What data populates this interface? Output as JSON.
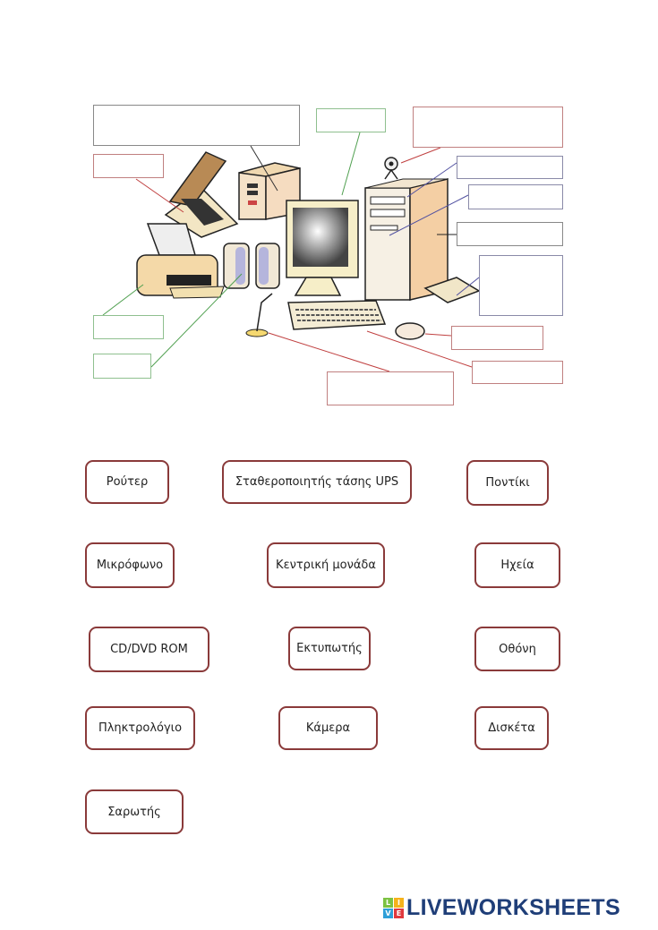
{
  "illustration": {
    "answer_boxes": [
      {
        "id": "ups",
        "color": "gray"
      },
      {
        "id": "scanner",
        "color": "red"
      },
      {
        "id": "monitor",
        "color": "green"
      },
      {
        "id": "camera",
        "color": "red"
      },
      {
        "id": "cd-rom",
        "color": "blue"
      },
      {
        "id": "floppy",
        "color": "blue"
      },
      {
        "id": "central-unit",
        "color": "gray"
      },
      {
        "id": "router",
        "color": "blue"
      },
      {
        "id": "mouse",
        "color": "red"
      },
      {
        "id": "keyboard",
        "color": "red"
      },
      {
        "id": "microphone",
        "color": "red"
      },
      {
        "id": "printer",
        "color": "green"
      },
      {
        "id": "speakers",
        "color": "green"
      }
    ]
  },
  "word_bank": [
    "Ρούτερ",
    "Σταθεροποιητής τάσης UPS",
    "Ποντίκι",
    "Μικρόφωνο",
    "Κεντρική μονάδα",
    "Ηχεία",
    "CD/DVD ROM",
    "Εκτυπωτής",
    "Οθόνη",
    "Πληκτρολόγιο",
    "Κάμερα",
    "Δισκέτα",
    "Σαρωτής"
  ],
  "logo": {
    "cube": [
      "L",
      "I",
      "V",
      "E"
    ],
    "text": "LIVEWORKSHEETS"
  },
  "colors": {
    "word_border": "#8a3a3a",
    "logo": "#1f3e78"
  }
}
